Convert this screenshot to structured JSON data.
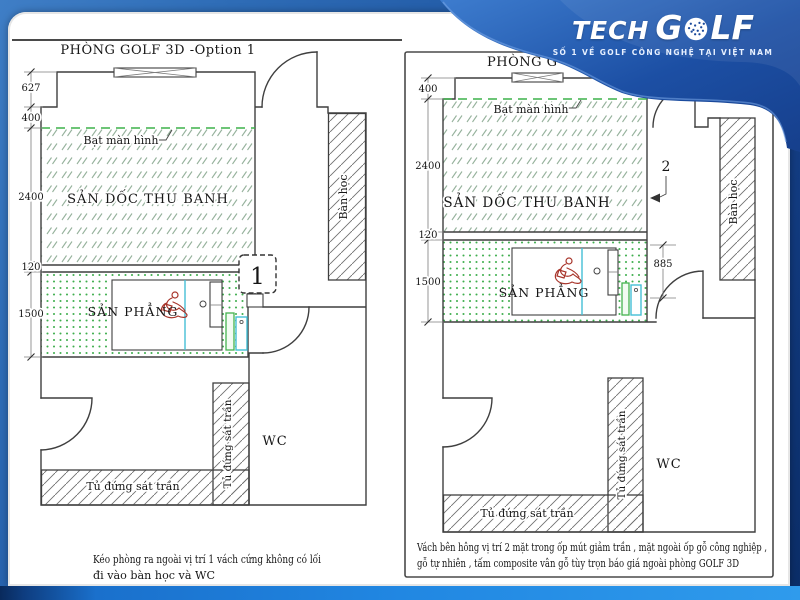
{
  "logo": {
    "brand_tech": "TECH",
    "brand_g": "G",
    "brand_lf": "LF",
    "tagline": "SỐ 1 VỀ GOLF CÔNG NGHỆ TẠI VIỆT NAM"
  },
  "plan1": {
    "title": "PHÒNG GOLF 3D -Option 1",
    "marker": "1",
    "labels": {
      "screen": "Bạt màn hình",
      "slope": "SẢN DỐC THU BANH",
      "flat": "SẢN PHẲNG",
      "desk": "Bàn học",
      "cabinet_v": "Tủ đứng sát trần",
      "cabinet_h": "Tủ đứng sát trần",
      "wc": "WC"
    },
    "dims": {
      "d627": "627",
      "d400": "400",
      "d2400": "2400",
      "d120": "120",
      "d1500": "1500"
    },
    "caption1": "Kéo phòng ra ngoài vị trí 1 vách cứng không có lối",
    "caption2": "đi vào bàn học và WC"
  },
  "plan2": {
    "title": "PHÒNG G",
    "marker": "2",
    "labels": {
      "screen": "Bạt màn hình",
      "slope": "SẢN DỐC THU BANH",
      "flat": "SẢN PHẲNG",
      "desk": "Bàn học",
      "cabinet_v": "Tủ đứng sát trần",
      "cabinet_h": "Tủ đứng sát trần",
      "wc": "WC"
    },
    "dims": {
      "d400": "400",
      "d2400": "2400",
      "d120": "120",
      "d1500": "1500",
      "d885": "885"
    },
    "caption1": "Vách bên hông vị trí 2 mặt trong ốp mút giảm trần , mặt ngoài ốp gỗ công nghiệp ,",
    "caption2": "gỗ tự nhiên , tấm composite vân gỗ tùy trọn báo giá ngoài phòng GOLF 3D"
  },
  "colors": {
    "accent_green": "#3fae4e",
    "hatch_green_gray": "#96b29c",
    "equip_cyan": "#45bfd6",
    "sketch_red": "#a8352b",
    "swoosh_blue": "#1c4fa4",
    "bottom_bar_blue": "#2187e2"
  }
}
